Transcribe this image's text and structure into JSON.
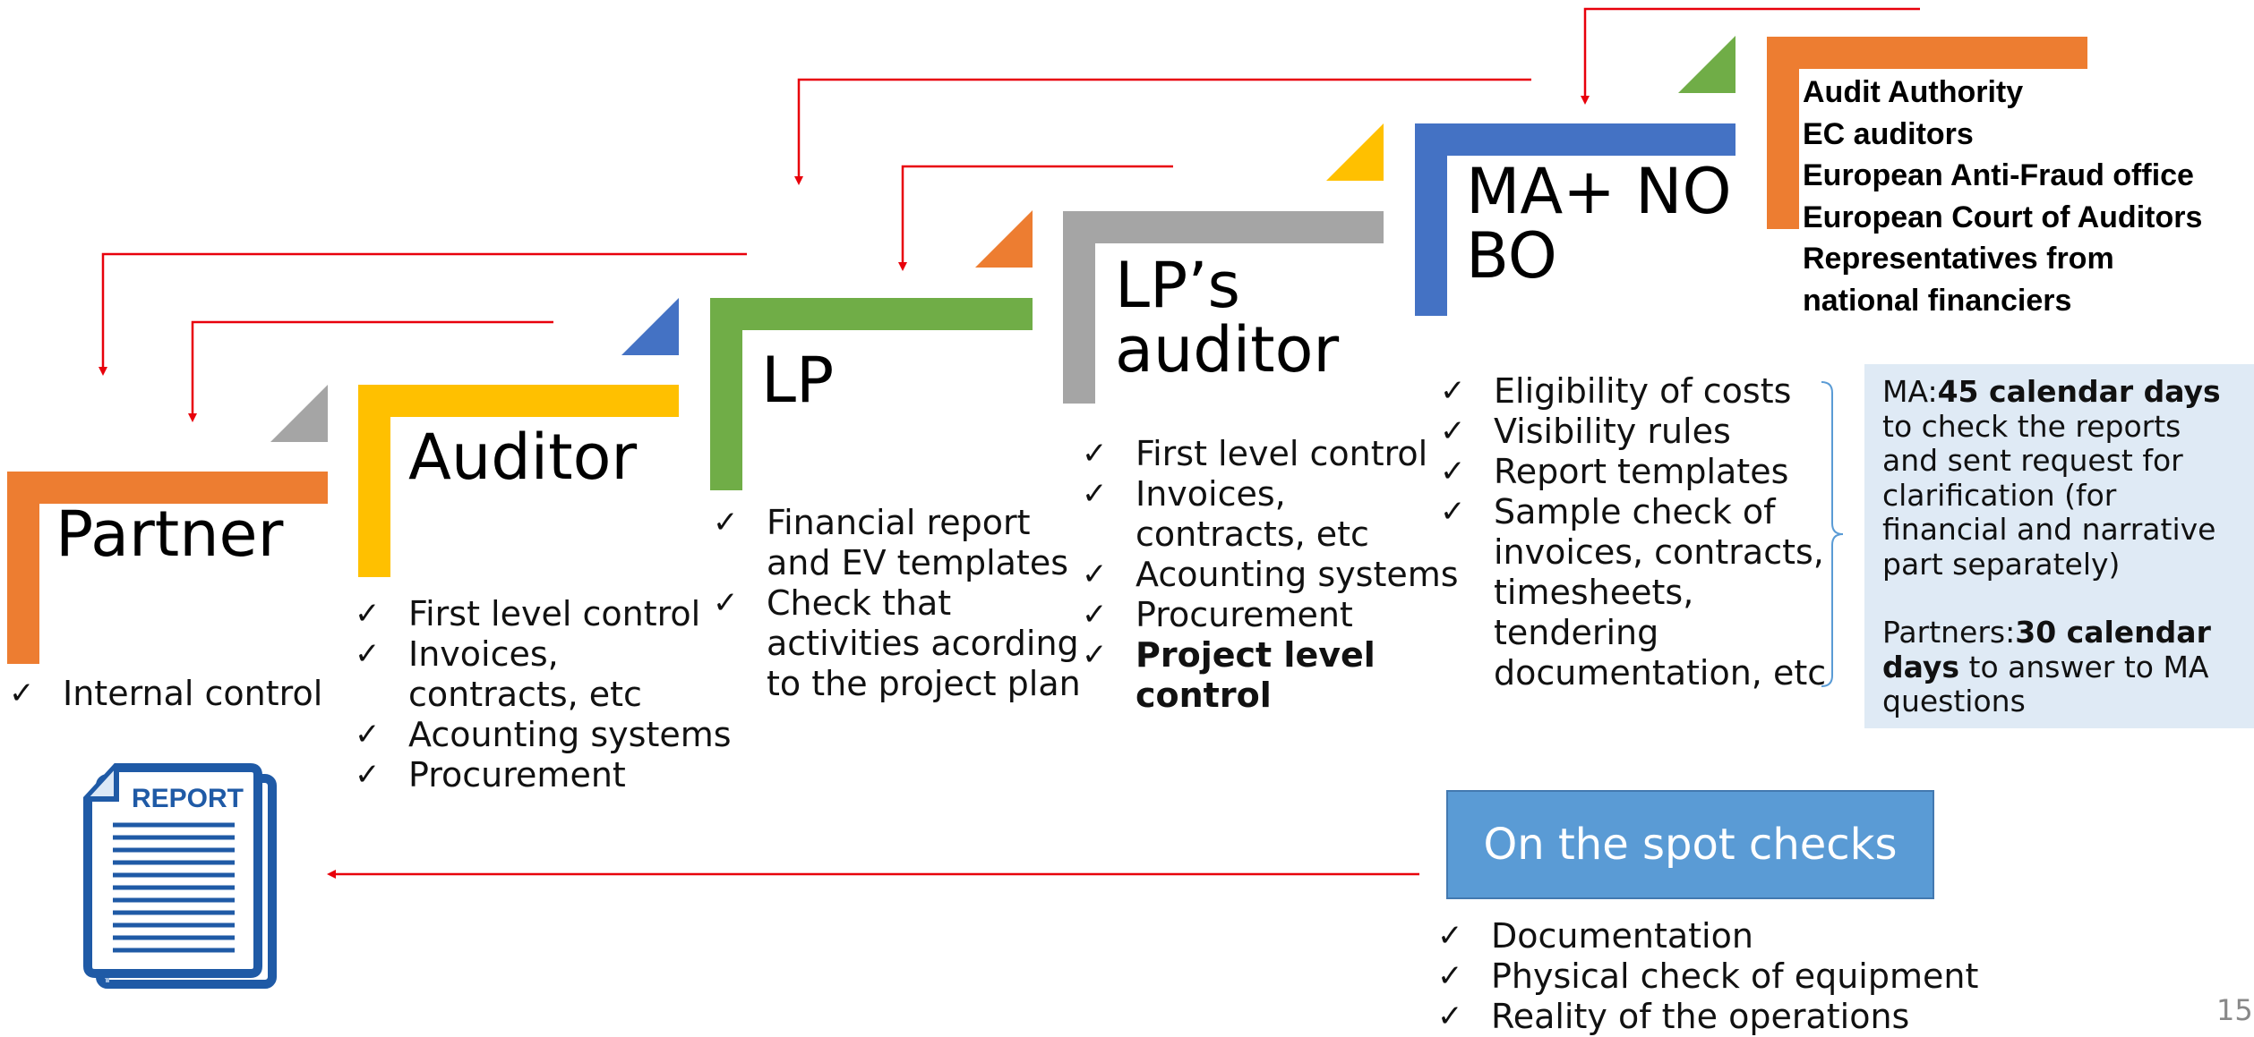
{
  "colors": {
    "orange": "#ed7d31",
    "yellow": "#ffc000",
    "green": "#70ad47",
    "gray": "#a5a5a5",
    "blue": "#4472c4",
    "arrow_red": "#e8000b",
    "spot_box": "#5a9bd5",
    "info_box": "#dfeaf5"
  },
  "steps": [
    {
      "title": "Partner",
      "checks": [
        "Internal control"
      ]
    },
    {
      "title": "Auditor",
      "checks": [
        "First level control",
        "Invoices, contracts, etc",
        "Acounting systems",
        "Procurement"
      ]
    },
    {
      "title": "LP",
      "checks": [
        "Financial report and EV templates",
        "Check that activities acording to the project plan"
      ]
    },
    {
      "title_line1": "LP’s",
      "title_line2": "auditor",
      "checks": [
        "First level control",
        "Invoices, contracts, etc",
        "Acounting systems",
        "Procurement"
      ],
      "bold_check": "Project level control"
    },
    {
      "title_line1": "MA+ NO",
      "title_line2": "BO",
      "checks": [
        "Eligibility of costs",
        "Visibility rules",
        "Report templates",
        "Sample check of invoices, contracts, timesheets, tendering documentation, etc"
      ]
    }
  ],
  "authorities": [
    "Audit Authority",
    "EC auditors",
    "European Anti-Fraud office",
    "European Court of Auditors",
    "Representatives from national financiers"
  ],
  "info_box": {
    "ma_prefix": "MA:",
    "ma_bold": "45 calendar days",
    "ma_rest": " to check the reports and sent request for clarification (for financial and narrative part separately)",
    "partners_prefix": "Partners:",
    "partners_bold": "30 calendar days",
    "partners_rest": " to answer to MA questions"
  },
  "spot_checks": {
    "label": "On the spot checks",
    "items": [
      "Documentation",
      "Physical check of equipment",
      "Reality of the operations"
    ]
  },
  "report_icon": {
    "icon": "report-document-icon",
    "label": "REPORT"
  },
  "page_number": "15"
}
